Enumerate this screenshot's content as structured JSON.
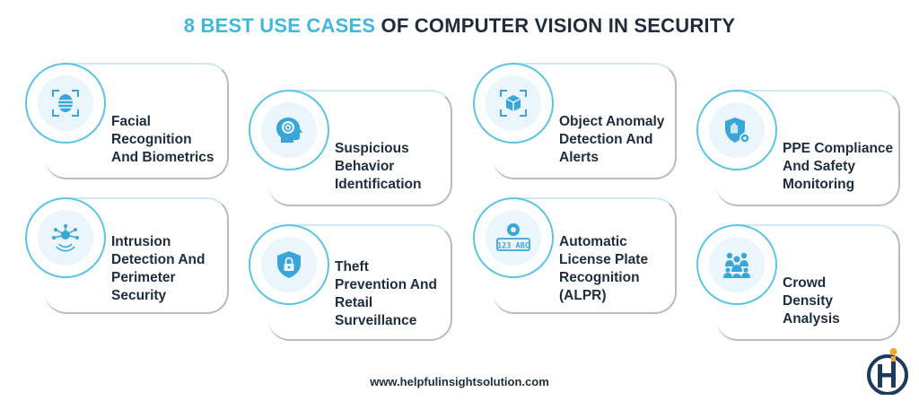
{
  "title": {
    "accent": "8 BEST USE CASES",
    "rest": "OF COMPUTER VISION IN SECURITY"
  },
  "colors": {
    "accent": "#3fb8de",
    "icon": "#3aa6d8",
    "text": "#1f2d3d",
    "border": "#b8bcc2"
  },
  "cards": [
    {
      "label_lines": [
        "Facial",
        "Recognition",
        "And Biometrics"
      ],
      "icon": "face-scan-icon"
    },
    {
      "label_lines": [
        "Suspicious",
        "Behavior",
        "Identification"
      ],
      "icon": "head-target-icon"
    },
    {
      "label_lines": [
        "Object Anomaly",
        "Detection And",
        "Alerts"
      ],
      "icon": "box-scan-icon"
    },
    {
      "label_lines": [
        "PPE Compliance",
        "And Safety",
        "Monitoring"
      ],
      "icon": "shield-hand-gear-icon"
    },
    {
      "label_lines": [
        "Intrusion",
        "Detection And",
        "Perimeter",
        "Security"
      ],
      "icon": "network-sensor-icon"
    },
    {
      "label_lines": [
        "Theft",
        "Prevention And",
        "Retail",
        "Surveillance"
      ],
      "icon": "shield-lock-icon"
    },
    {
      "label_lines": [
        "Automatic",
        "License Plate",
        "Recognition",
        "(ALPR)"
      ],
      "icon": "license-plate-camera-icon",
      "plate_text": "123 ABC"
    },
    {
      "label_lines": [
        "Crowd",
        "Density",
        "Analysis"
      ],
      "icon": "crowd-icon"
    }
  ],
  "footer": {
    "url": "www.helpfulinsightsolution.com"
  },
  "logo": {
    "icon": "hi-logo-icon"
  }
}
